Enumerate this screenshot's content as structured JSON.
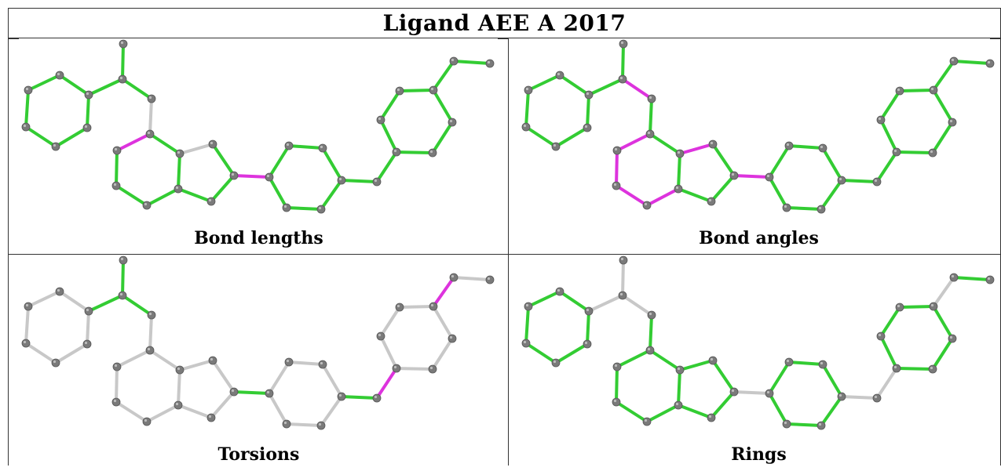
{
  "title": "Ligand AEE A 2017",
  "colors": {
    "ok": "#33cc33",
    "flag": "#dd33dd",
    "neutral": "#c8c8c8",
    "atom": "#7a7a7a"
  },
  "panels": [
    {
      "label": "Bond lengths",
      "flagged": [
        "b10",
        "b13"
      ],
      "neutral": [
        "b9",
        "b14"
      ]
    },
    {
      "label": "Bond angles",
      "flagged": [
        "b8",
        "b15",
        "b16",
        "b17",
        "b18",
        "b13",
        "b14"
      ],
      "neutral": [
        "b12"
      ]
    },
    {
      "label": "Torsions",
      "flagged": [
        "b25",
        "b32"
      ],
      "ok": [
        "b6",
        "b7",
        "b8",
        "b13",
        "b24"
      ],
      "default": "neutral"
    },
    {
      "label": "Rings",
      "neutral": [
        "b6",
        "b7",
        "b8",
        "b13",
        "b24",
        "b25",
        "b32"
      ]
    }
  ]
}
